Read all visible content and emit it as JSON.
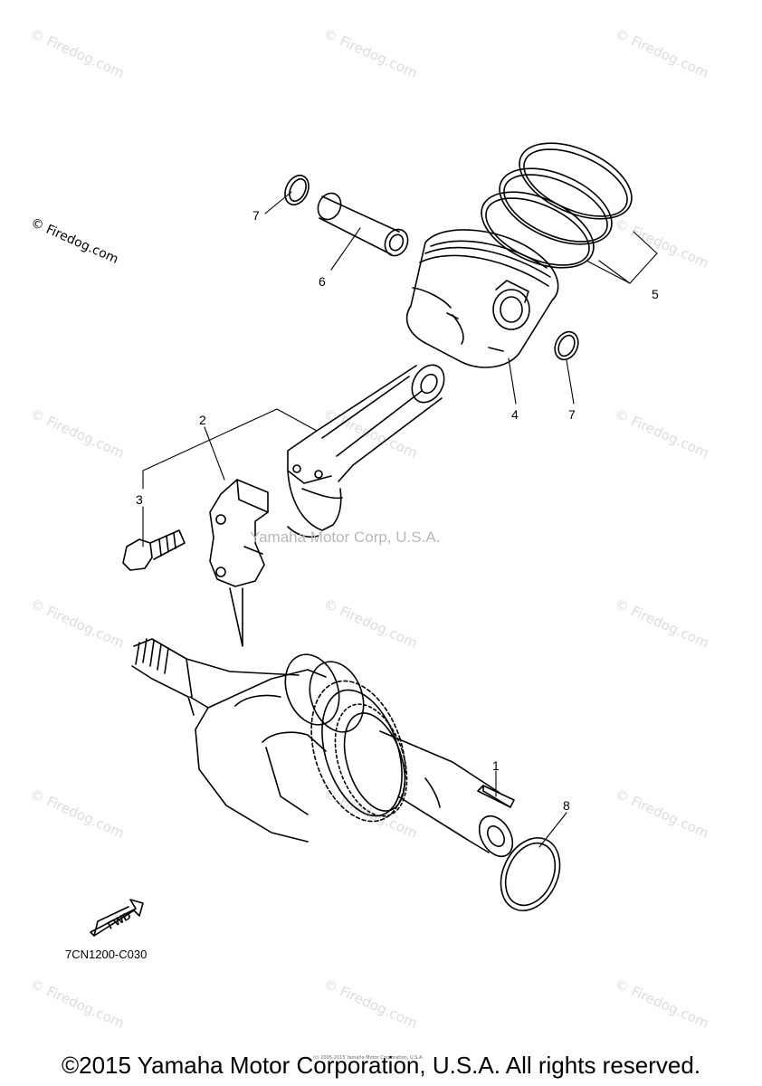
{
  "watermark_text": "© Firedog.com",
  "center_watermark": "Yamaha Motor Corp, U.S.A.",
  "callouts": {
    "c1": "1",
    "c2": "2",
    "c3": "3",
    "c4": "4",
    "c5": "5",
    "c6": "6",
    "c7a": "7",
    "c7b": "7",
    "c8": "8"
  },
  "fwd_label": "FWD",
  "figure_code": "7CN1200-C030",
  "small_copyright": "(c) 2005-2015 Yamaha Motor Corporation, U.S.A.",
  "copyright": "©2015 Yamaha Motor Corporation, U.S.A. All rights reserved.",
  "colors": {
    "line": "#000000",
    "watermark": "#dcdcdc",
    "background": "#ffffff"
  }
}
